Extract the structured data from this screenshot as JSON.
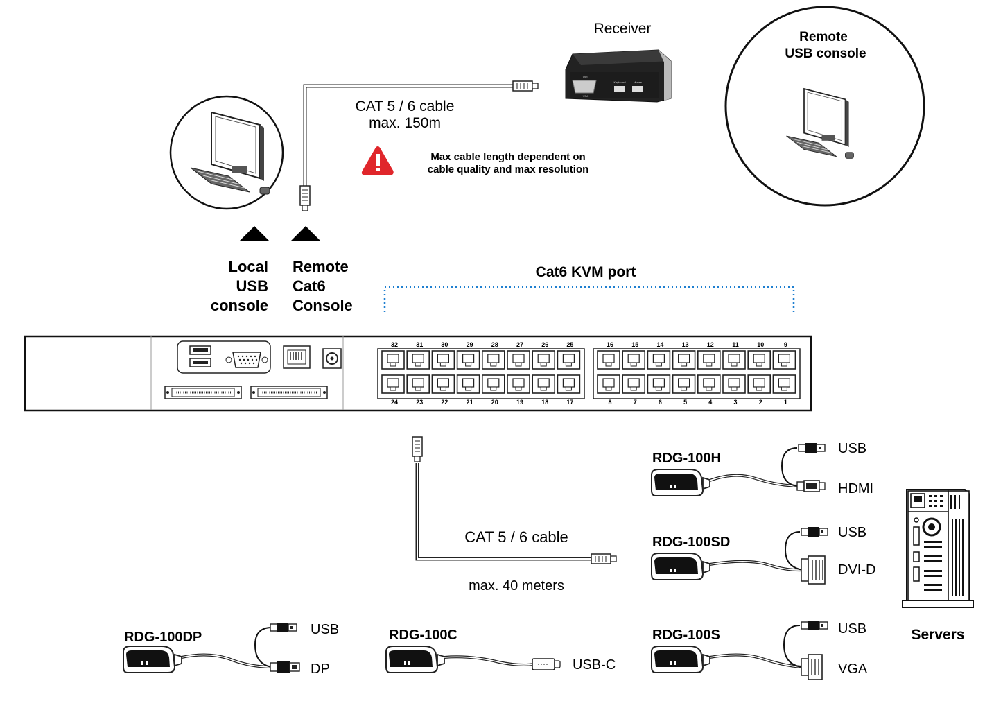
{
  "receiver": {
    "title": "Receiver",
    "port_labels": [
      "OUT",
      "VGA",
      "Keyboard",
      "Mouse"
    ]
  },
  "remote_usb_console": {
    "line1": "Remote",
    "line2": "USB console"
  },
  "top_cable": {
    "line1": "CAT 5 / 6 cable",
    "line2": "max. 150m"
  },
  "warning": {
    "icon": "warning-icon",
    "color": "#e0262b",
    "line1": "Max cable length dependent on",
    "line2": "cable quality and max resolution"
  },
  "local_console": {
    "line1": "Local",
    "line2": "USB",
    "line3": "console"
  },
  "remote_cat6_console": {
    "line1": "Remote",
    "line2": "Cat6",
    "line3": "Console"
  },
  "kvm_port_label": "Cat6 KVM port",
  "accent_dotted_color": "#1e7fd0",
  "kvm_switch": {
    "bank_left_top": [
      "32",
      "31",
      "30",
      "29",
      "28",
      "27",
      "26",
      "25"
    ],
    "bank_left_bottom": [
      "24",
      "23",
      "22",
      "21",
      "20",
      "19",
      "18",
      "17"
    ],
    "bank_right_top": [
      "16",
      "15",
      "14",
      "13",
      "12",
      "11",
      "10",
      "9"
    ],
    "bank_right_bottom": [
      "8",
      "7",
      "6",
      "5",
      "4",
      "3",
      "2",
      "1"
    ]
  },
  "bottom_cable": {
    "line1": "CAT 5 / 6 cable",
    "line2": "max. 40 meters"
  },
  "modules": {
    "rdg100h": {
      "name": "RDG-100H",
      "conn1": "USB",
      "conn2": "HDMI"
    },
    "rdg100sd": {
      "name": "RDG-100SD",
      "conn1": "USB",
      "conn2": "DVI-D"
    },
    "rdg100s": {
      "name": "RDG-100S",
      "conn1": "USB",
      "conn2": "VGA"
    },
    "rdg100dp": {
      "name": "RDG-100DP",
      "conn1": "USB",
      "conn2": "DP"
    },
    "rdg100c": {
      "name": "RDG-100C",
      "conn1": "USB-C"
    }
  },
  "servers_label": "Servers"
}
